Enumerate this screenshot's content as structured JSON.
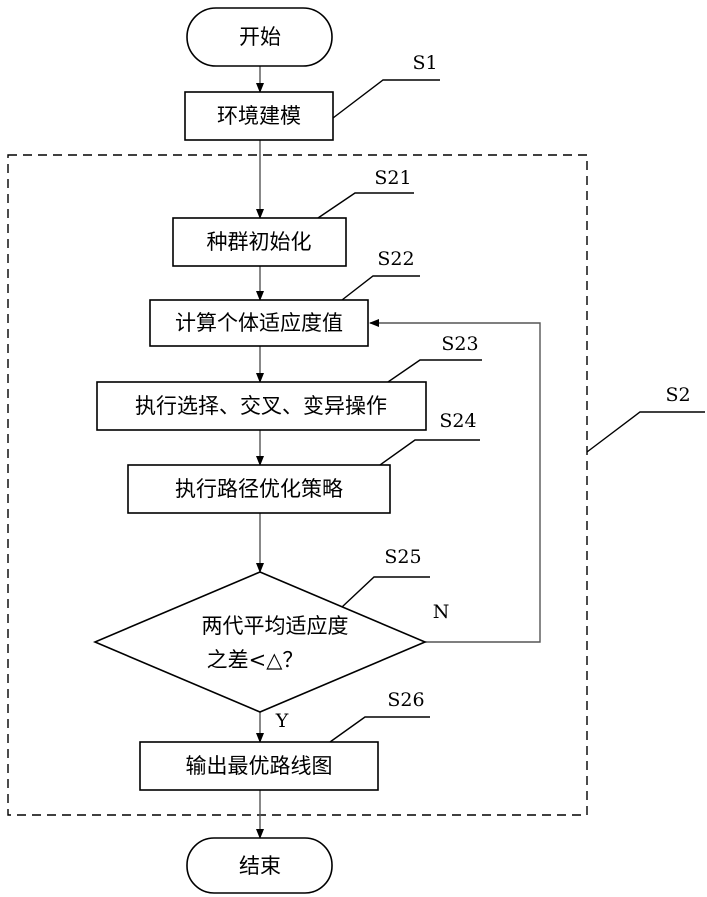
{
  "nodes": {
    "start": "开始",
    "env_model": "环境建模",
    "pop_init": "种群初始化",
    "fitness": "计算个体适应度值",
    "genetic_ops": "执行选择、交叉、变异操作",
    "path_opt": "执行路径优化策略",
    "output": "输出最优路线图",
    "end": "结束"
  },
  "decision": {
    "line1": "两代平均适应度",
    "line2": "之差<△？",
    "no": "N",
    "yes": "Y"
  },
  "labels": {
    "s1": "S1",
    "s2": "S2",
    "s21": "S21",
    "s22": "S22",
    "s23": "S23",
    "s24": "S24",
    "s25": "S25",
    "s26": "S26"
  }
}
